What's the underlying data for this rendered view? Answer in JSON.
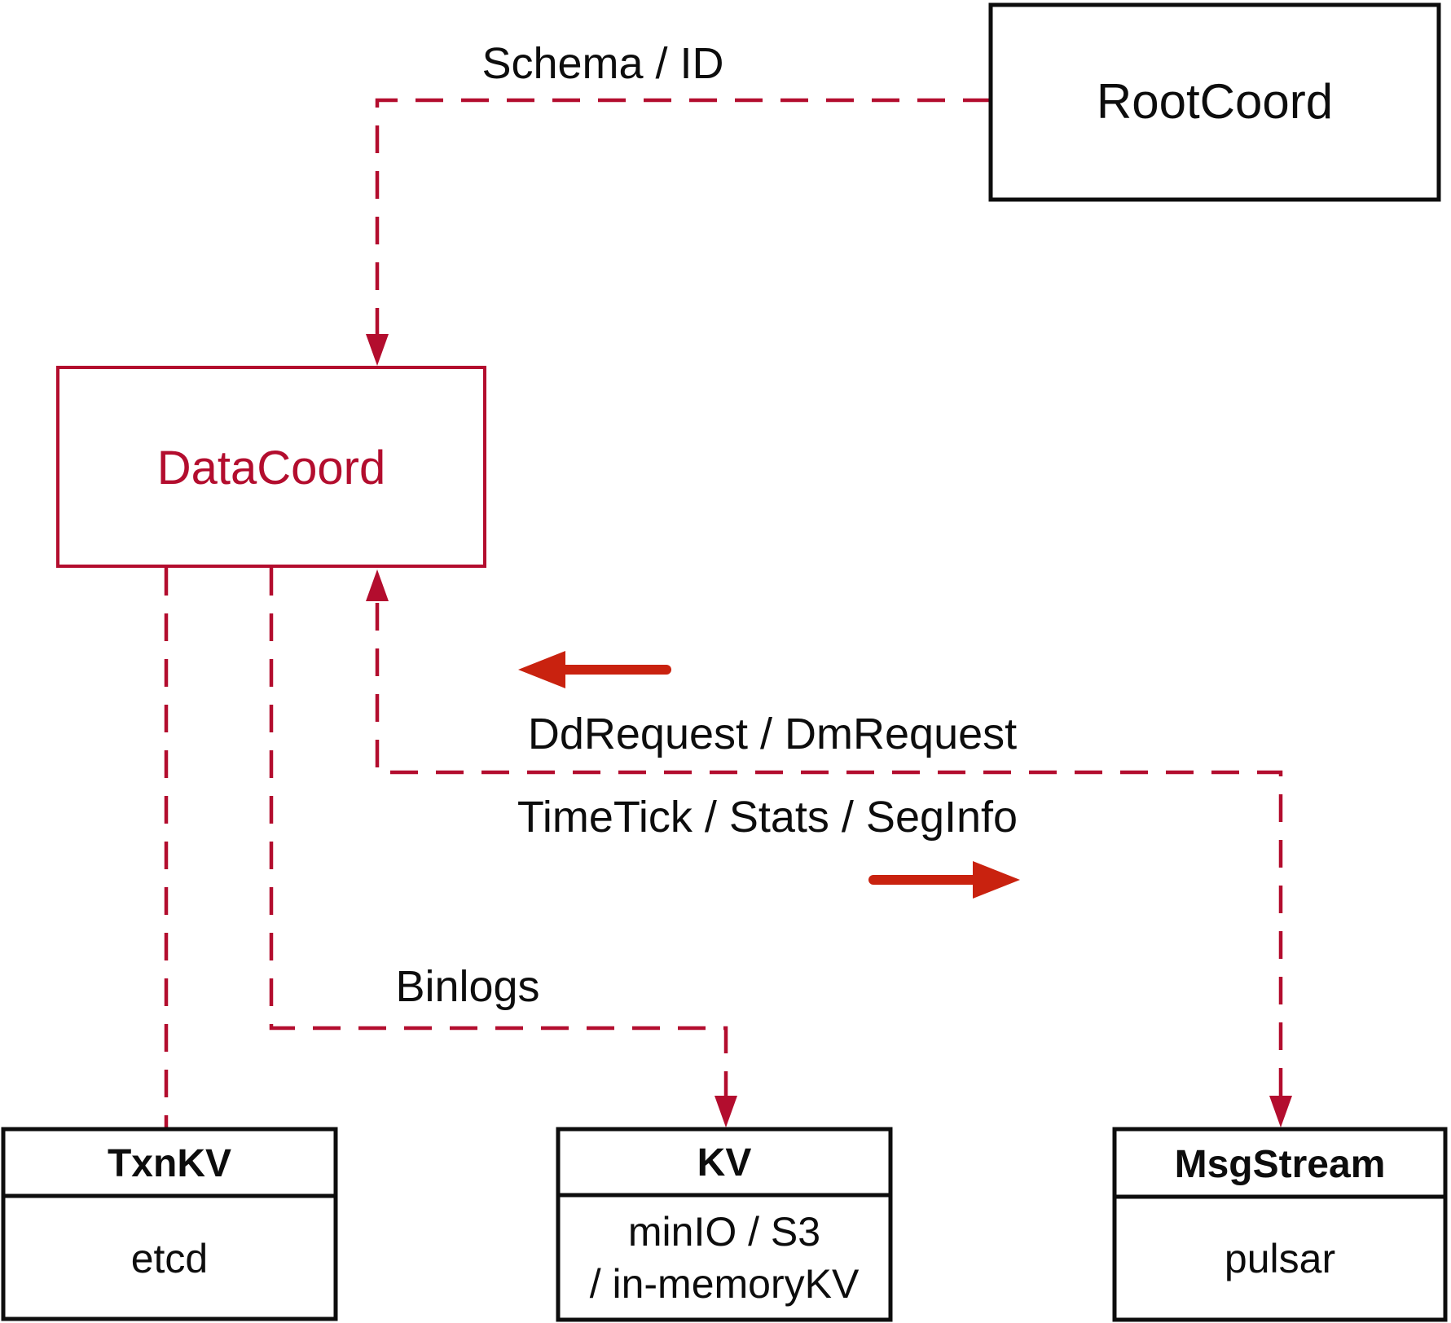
{
  "diagram": {
    "colors": {
      "dashed_line_red": "#b30d2e",
      "solid_arrow_red": "#c9220f",
      "box_border_black": "#0d0d0d",
      "background": "#ffffff"
    },
    "nodes": {
      "root_coord": {
        "label": "RootCoord"
      },
      "data_coord": {
        "label": "DataCoord"
      },
      "txn_kv": {
        "title": "TxnKV",
        "body": "etcd"
      },
      "kv": {
        "title": "KV",
        "body_line1": "minIO / S3",
        "body_line2": "/ in-memoryKV"
      },
      "msg_stream": {
        "title": "MsgStream",
        "body": "pulsar"
      }
    },
    "edges": {
      "schema_label": "Schema / ID",
      "ddrequest_label": "DdRequest / DmRequest",
      "timetick_label": "TimeTick / Stats / SegInfo",
      "binlogs_label": "Binlogs"
    }
  }
}
